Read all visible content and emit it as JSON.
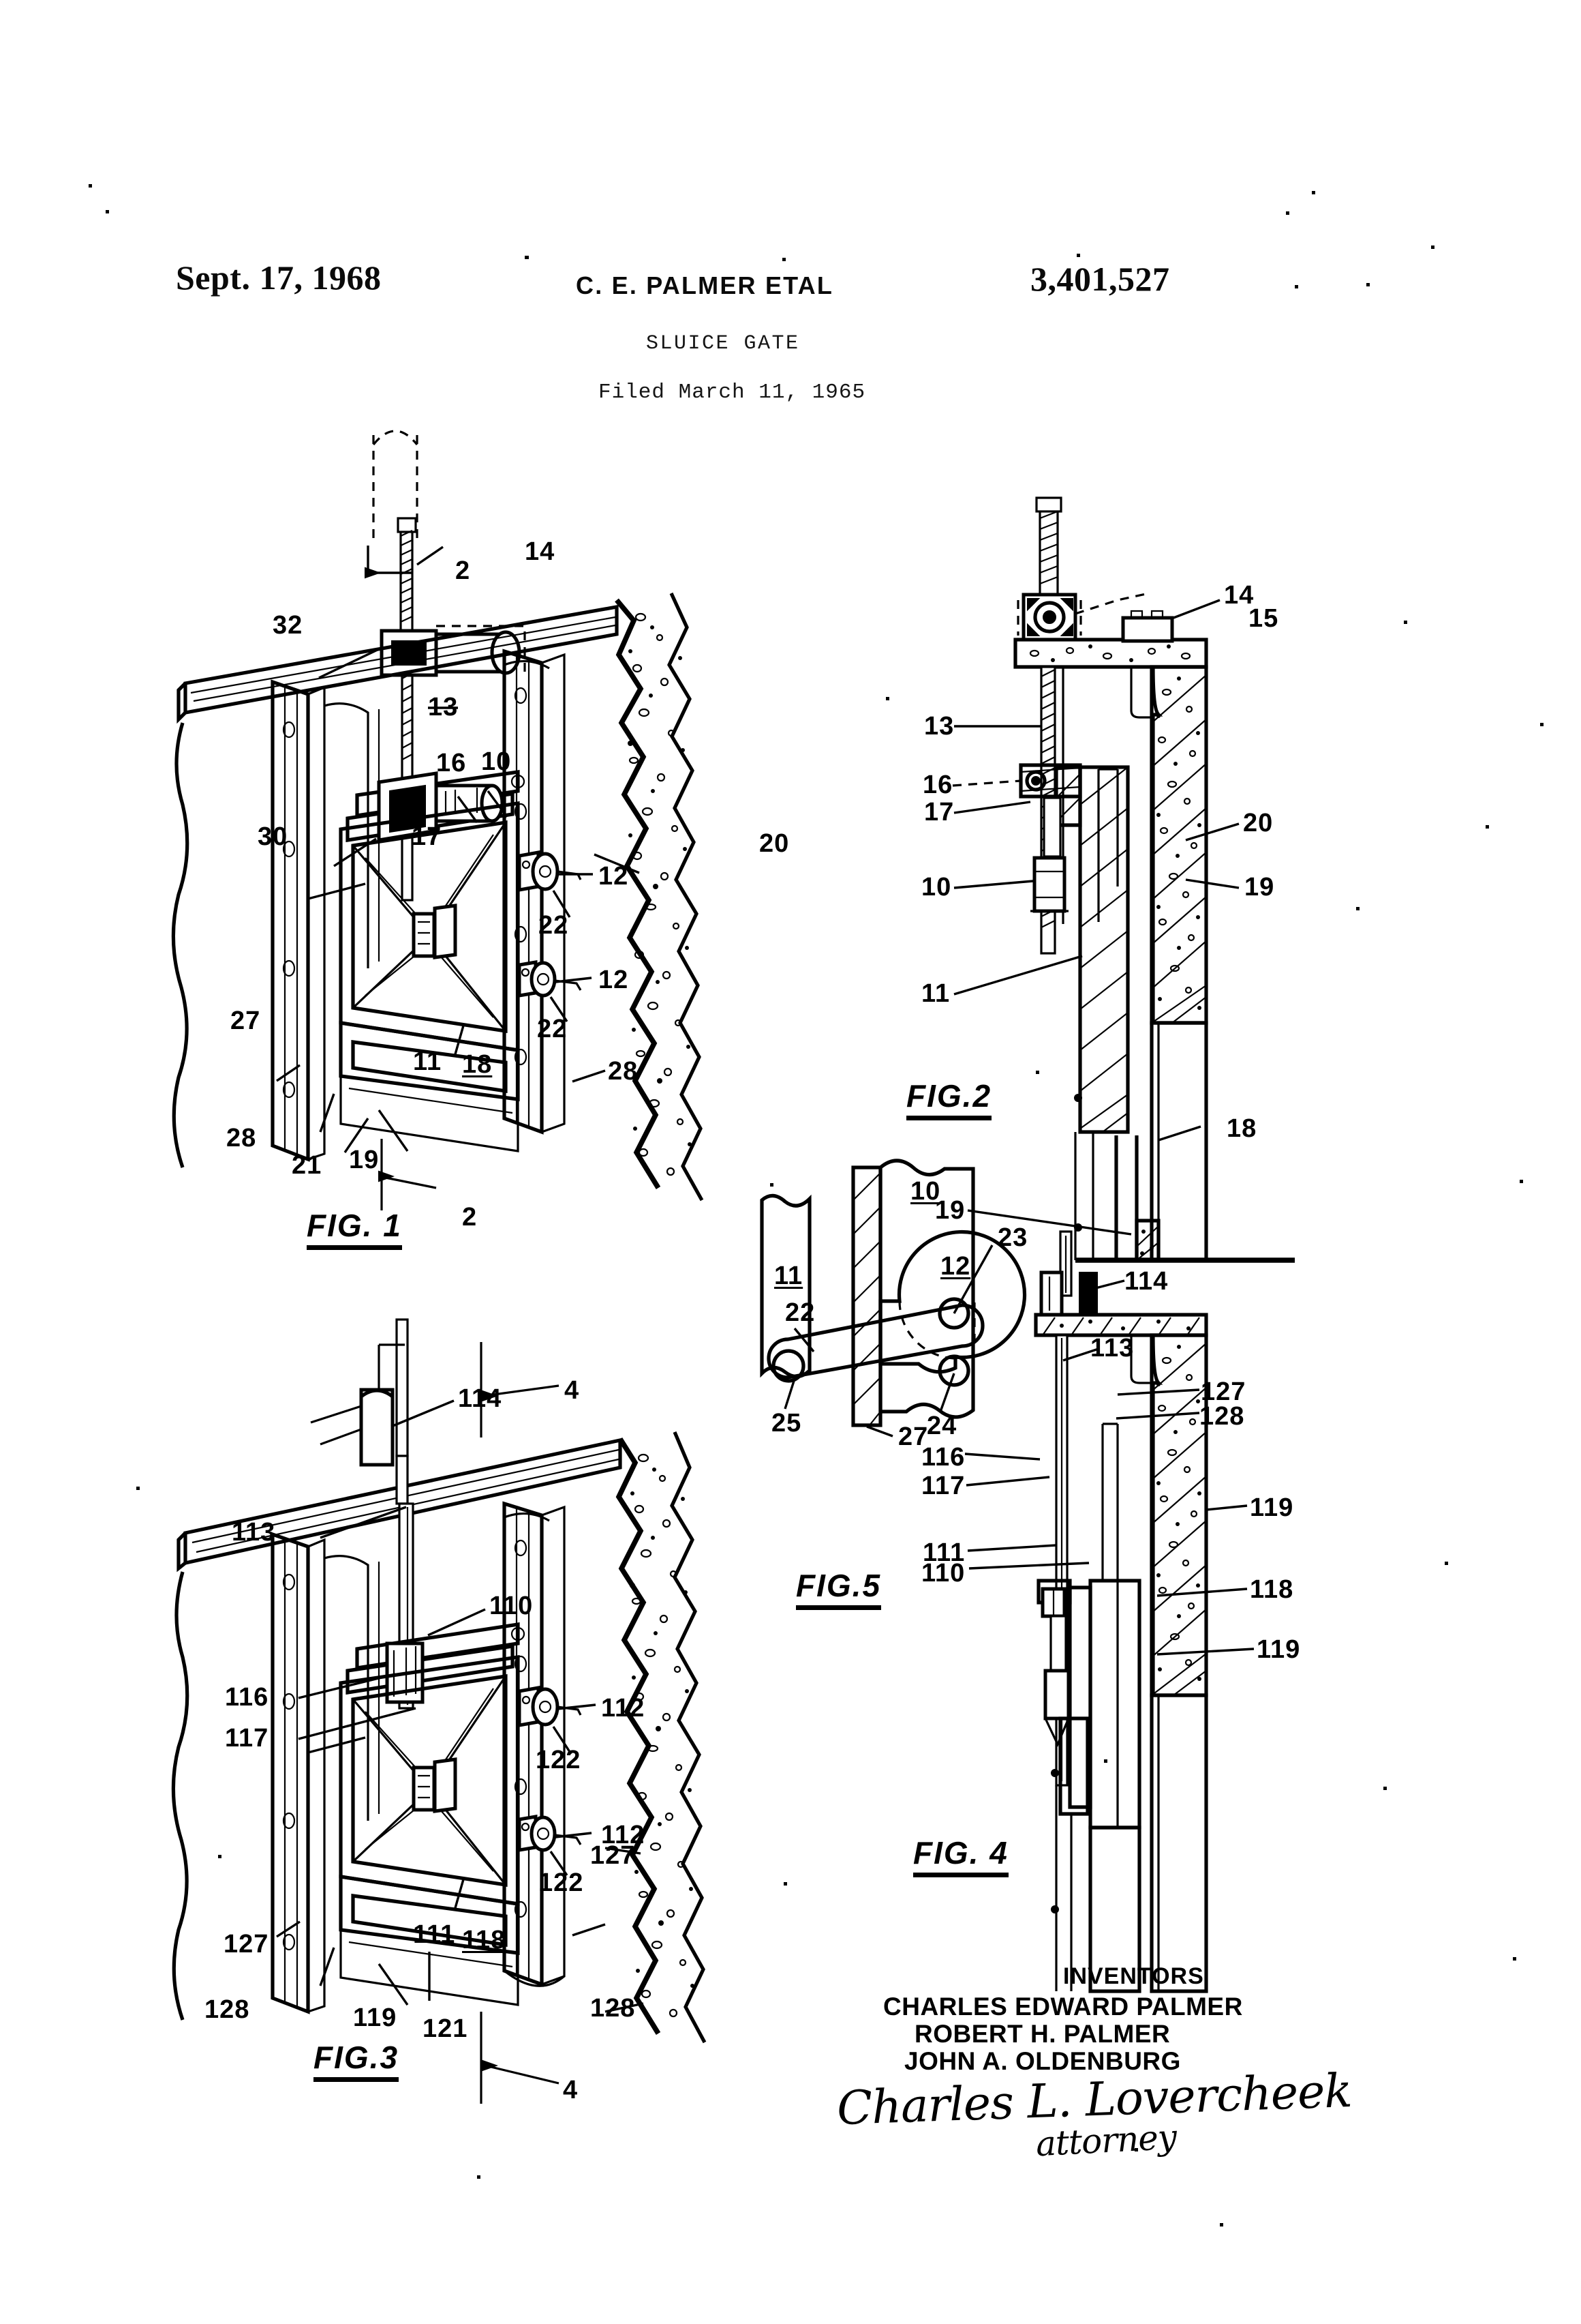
{
  "header": {
    "date": "Sept. 17, 1968",
    "authors": "C. E. PALMER ETAL",
    "patent_number": "3,401,527",
    "title": "SLUICE GATE",
    "filed": "Filed March 11, 1965"
  },
  "figures": [
    {
      "id": "fig1",
      "caption": "FIG. 1"
    },
    {
      "id": "fig2",
      "caption": "FIG.2"
    },
    {
      "id": "fig3",
      "caption": "FIG.3"
    },
    {
      "id": "fig4",
      "caption": "FIG. 4"
    },
    {
      "id": "fig5",
      "caption": "FIG.5"
    }
  ],
  "fig1_numerals": {
    "n2_top": "2",
    "n14": "14",
    "n32": "32",
    "n13": "13",
    "n16": "16",
    "n10": "10",
    "n30": "30",
    "n17": "17",
    "n20": "20",
    "n12a": "12",
    "n22a": "22",
    "n12b": "12",
    "n22b": "22",
    "n27": "27",
    "n11": "11",
    "n18": "18",
    "n28a": "28",
    "n28b": "28",
    "n21": "21",
    "n19": "19",
    "n2_bot": "2"
  },
  "fig2_numerals": {
    "n14": "14",
    "n15": "15",
    "n13": "13",
    "n20": "20",
    "n16": "16",
    "n17": "17",
    "n10": "10",
    "n19a": "19",
    "n11": "11",
    "n18": "18",
    "n19b": "19"
  },
  "fig3_numerals": {
    "n114": "114",
    "n4_top": "4",
    "n113": "113",
    "n110": "110",
    "n116": "116",
    "n117": "117",
    "n112a": "112",
    "n122a": "122",
    "n112b": "112",
    "n122b": "122",
    "n127a": "127",
    "n128a": "128",
    "n111": "111",
    "n118": "118",
    "n119": "119",
    "n121": "121",
    "n127b": "127",
    "n128b": "128",
    "n4_bot": "4"
  },
  "fig4_numerals": {
    "n114": "114",
    "n113": "113",
    "n127": "127",
    "n128": "128",
    "n116": "116",
    "n117": "117",
    "n119a": "119",
    "n111": "111",
    "n110": "110",
    "n118": "118",
    "n119b": "119"
  },
  "fig5_numerals": {
    "n10": "10",
    "n11": "11",
    "n22": "22",
    "n12": "12",
    "n23": "23",
    "n25": "25",
    "n24": "24",
    "n27": "27"
  },
  "inventors": {
    "heading": "INVENTORS",
    "name1": "CHARLES EDWARD PALMER",
    "name2": "ROBERT H. PALMER",
    "name3": "JOHN A. OLDENBURG",
    "signature": "Charles L. Lovercheek",
    "signature_role": "attorney"
  }
}
